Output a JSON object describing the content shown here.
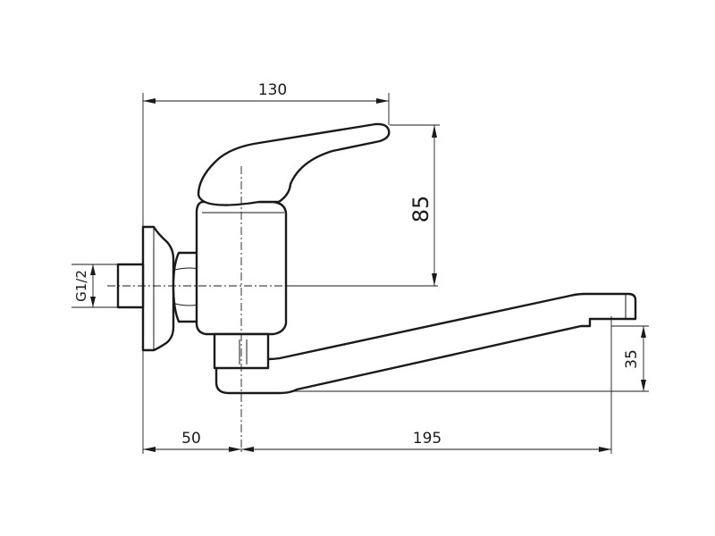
{
  "drawing": {
    "dimensions": {
      "overall_width": "130",
      "height": "85",
      "thread": "G1/2",
      "wall_offset": "50",
      "spout_reach": "195",
      "spout_drop": "35"
    }
  }
}
